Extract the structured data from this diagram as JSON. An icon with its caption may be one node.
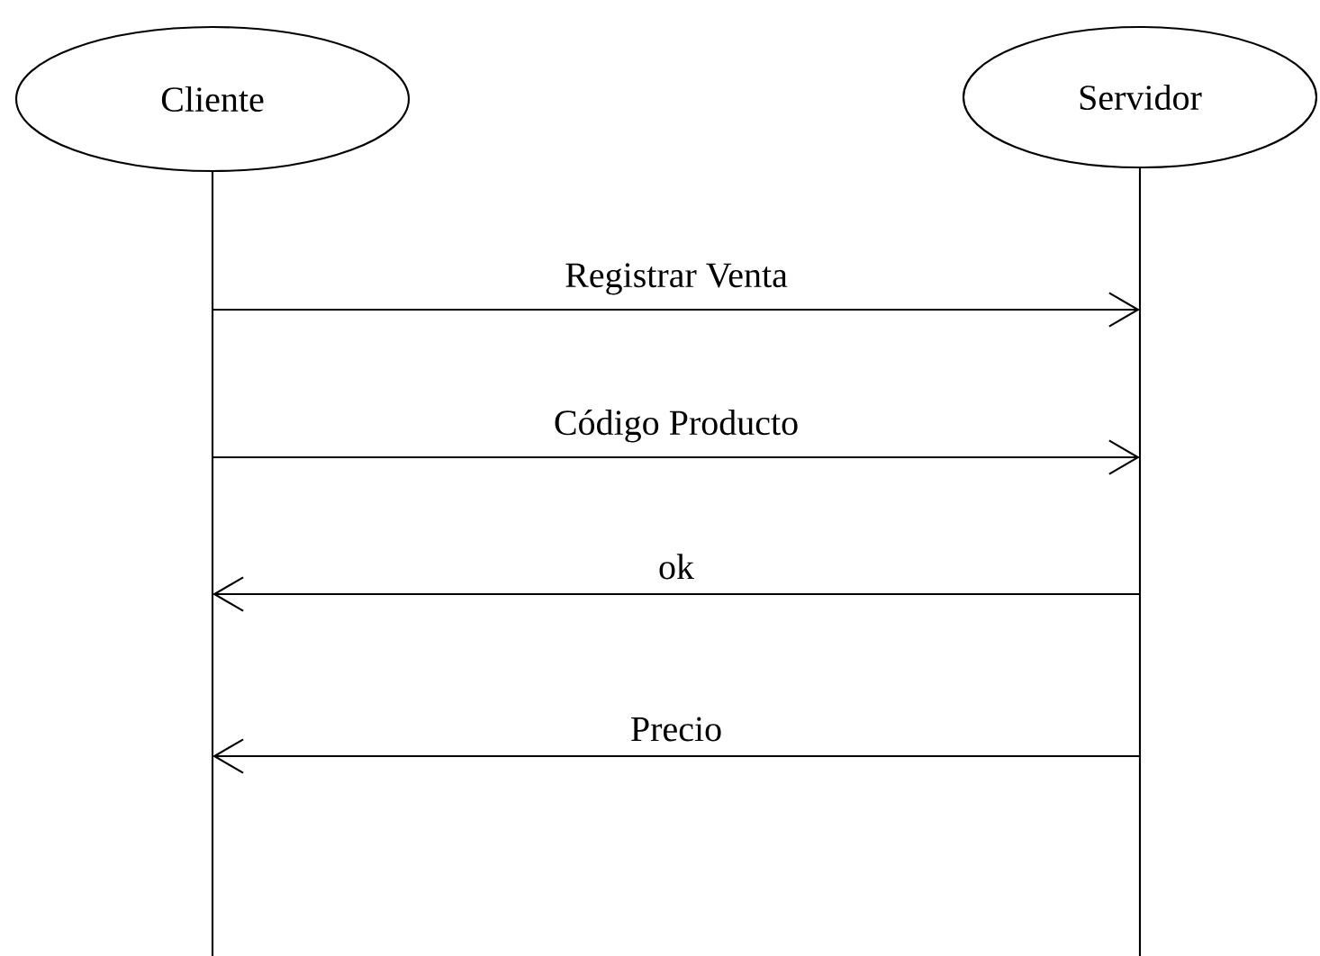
{
  "diagram": {
    "nodes": [
      {
        "text": [
          "Cliente"
        ]
      },
      {
        "text": [
          "Servidor"
        ]
      }
    ],
    "edges": [
      {
        "from": 0,
        "to": 1,
        "arrow": "to",
        "label": "Registrar Venta"
      },
      {
        "from": 0,
        "to": 1,
        "arrow": "to",
        "label": "Código Producto"
      },
      {
        "from": 1,
        "to": 0,
        "arrow": "to",
        "label": "ok"
      },
      {
        "from": 1,
        "to": 0,
        "arrow": "to",
        "label": "Precio"
      }
    ]
  }
}
